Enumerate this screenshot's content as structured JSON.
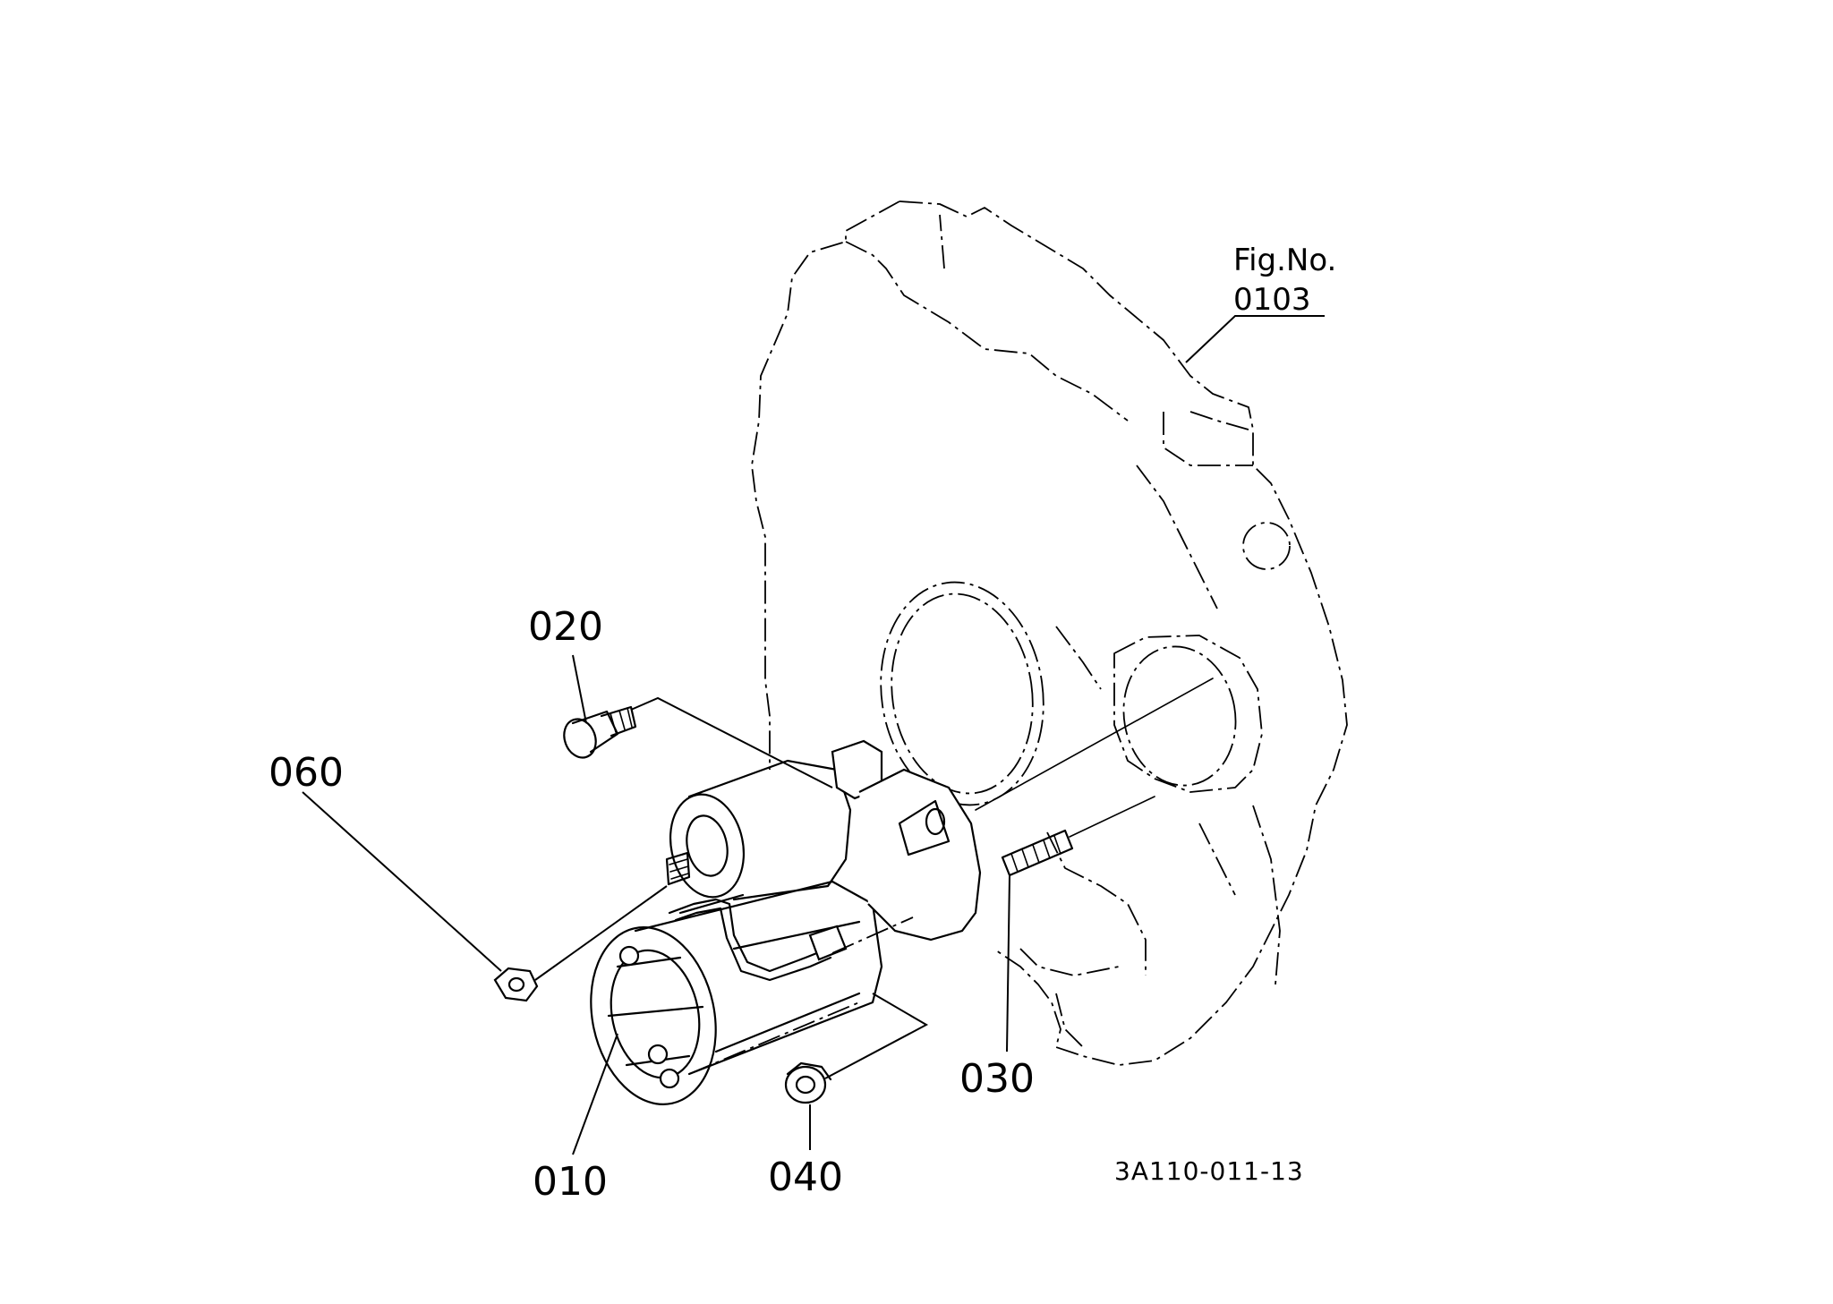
{
  "figure_ref": {
    "line1": "Fig.No.",
    "line2": "0103"
  },
  "callouts": {
    "p010": "010",
    "p020": "020",
    "p030": "030",
    "p040": "040",
    "p060": "060"
  },
  "drawing_number": "3A110-011-13"
}
